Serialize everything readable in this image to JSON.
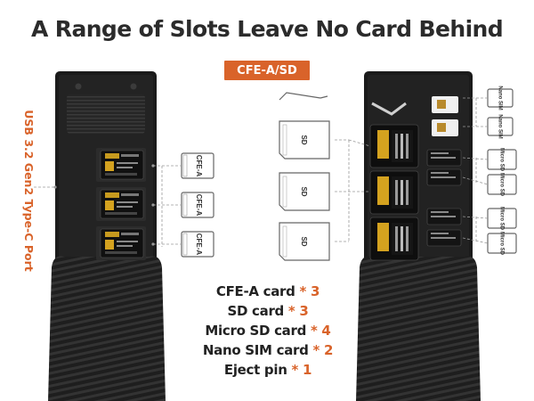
{
  "title": "A Range of Slots Leave No Card Behind",
  "badge": "CFE-A/SD",
  "side_label": "USB 3.2 Gen2 Type-C Port",
  "specs": [
    {
      "label": "CFE-A card",
      "qty": "* 3"
    },
    {
      "label": "SD card",
      "qty": "* 3"
    },
    {
      "label": "Micro SD card",
      "qty": "* 4"
    },
    {
      "label": "Nano SIM card",
      "qty": "* 2"
    },
    {
      "label": "Eject pin",
      "qty": "* 1"
    }
  ],
  "slot_labels": {
    "cfea": "CFE-A",
    "sd": "SD",
    "microsd": "Micro SD",
    "sim": "Nano SIM"
  },
  "colors": {
    "accent": "#d9632a",
    "title": "#2b2b2b",
    "case": "#1c1c1c",
    "outline": "#666666"
  }
}
